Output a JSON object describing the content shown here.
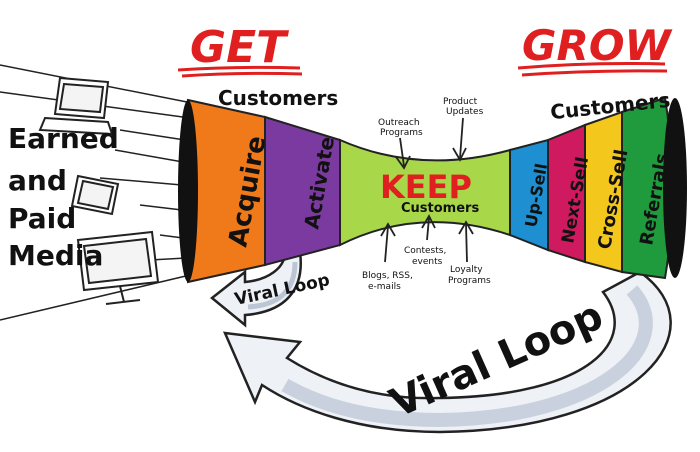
{
  "headings": {
    "get": "GET",
    "get_sub": "Customers",
    "grow": "GROW",
    "grow_sub": "Customers",
    "keep": "KEEP",
    "keep_sub": "Customers"
  },
  "left_label": [
    "Earned",
    "and",
    "Paid",
    "Media"
  ],
  "funnel_left": [
    "Acquire",
    "Activate"
  ],
  "funnel_right": [
    "Up-Sell",
    "Next-Sell",
    "Cross-Sell",
    "Referrals"
  ],
  "annotations": {
    "outreach": [
      "Outreach",
      "Programs"
    ],
    "product": [
      "Product",
      "Updates"
    ],
    "blogs": [
      "Blogs, RSS,",
      "e-mails"
    ],
    "contests": [
      "Contests,",
      "events"
    ],
    "loyalty": [
      "Loyalty",
      "Programs"
    ]
  },
  "loops": {
    "small": "Viral Loop",
    "large": "Viral Loop"
  },
  "colors": {
    "red": "#e02020",
    "orange": "#f07a1a",
    "purple": "#7b3aa0",
    "lime": "#a8d84a",
    "blue": "#1e8fd0",
    "magenta": "#d01a60",
    "yellow": "#f3c71c",
    "green": "#1f9a3c",
    "black": "#111111"
  }
}
